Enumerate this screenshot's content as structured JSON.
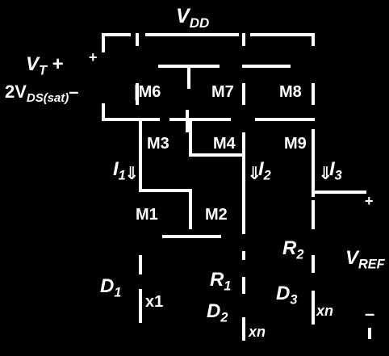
{
  "labels": {
    "vdd": {
      "main": "V",
      "sub": "DD"
    },
    "vt_line1": {
      "main": "V",
      "sub": "T",
      "tail": " +"
    },
    "vt_line2": {
      "main": "2V",
      "sub": "DS(sat)",
      "tail": "–"
    },
    "plus_left": "+",
    "m6": "M6",
    "m7": "M7",
    "m8": "M8",
    "m3": "M3",
    "m4": "M4",
    "m9": "M9",
    "m1": "M1",
    "m2": "M2",
    "i1": {
      "main": "I",
      "sub": "1"
    },
    "i2": {
      "main": "I",
      "sub": "2"
    },
    "i3": {
      "main": "I",
      "sub": "3"
    },
    "d1": {
      "main": "D",
      "sub": "1"
    },
    "d2": {
      "main": "D",
      "sub": "2"
    },
    "d3": {
      "main": "D",
      "sub": "3"
    },
    "r1": {
      "main": "R",
      "sub": "1"
    },
    "r2": {
      "main": "R",
      "sub": "2"
    },
    "x1": "x1",
    "xn_d2": "xn",
    "xn_d3": "xn",
    "vref": {
      "main": "V",
      "sub": "REF"
    },
    "plus_right": "+",
    "minus_right": "–"
  },
  "colors": {
    "background": "#000000",
    "foreground": "#ffffff"
  },
  "icons": {
    "current_arrow": "down-arrow-icon"
  }
}
